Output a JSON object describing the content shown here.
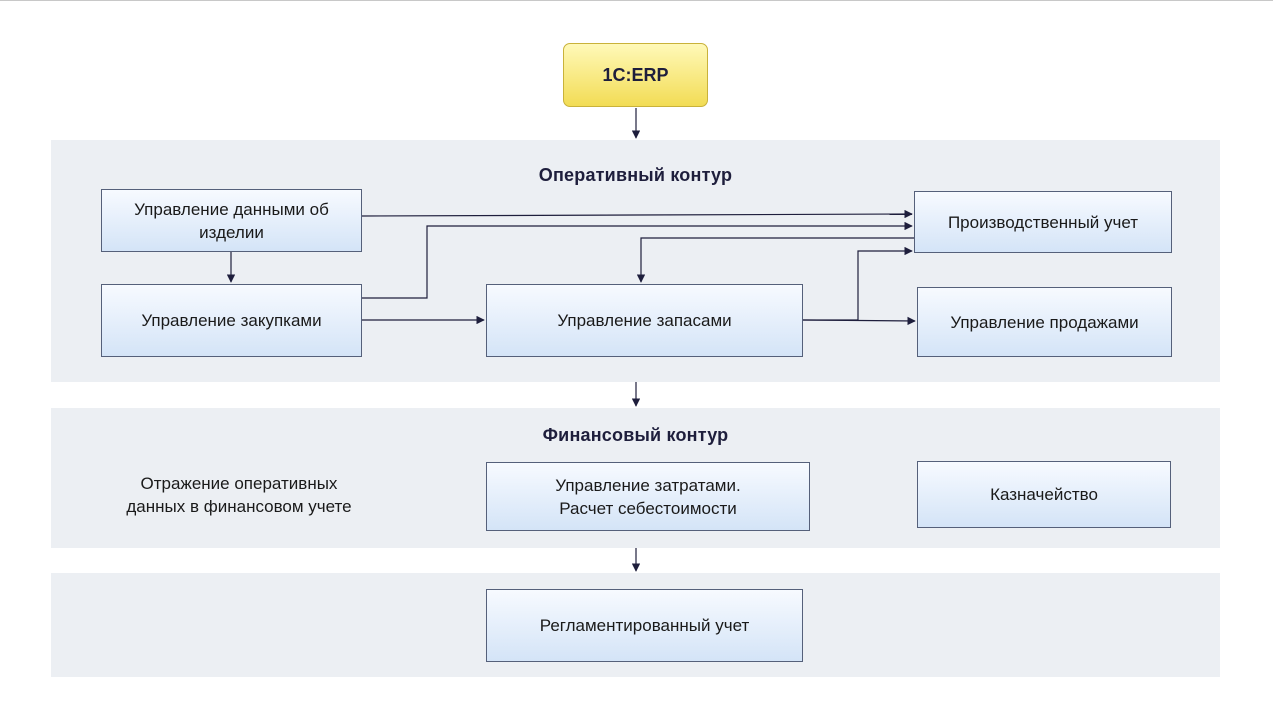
{
  "erp": {
    "label": "1C:ERP"
  },
  "operational": {
    "title": "Оперативный контур",
    "product_data": "Управление данными об\nизделии",
    "procurement": "Управление закупками",
    "inventory": "Управление запасами",
    "production_accounting": "Производственный учет",
    "sales": "Управление продажами"
  },
  "financial": {
    "title": "Финансовый контур",
    "reflection": "Отражение оперативных\nданных в финансовом учете",
    "costs": "Управление затратами.\nРасчет себестоимости",
    "treasury": "Казначейство"
  },
  "regulated": {
    "accounting": "Регламентированный учет"
  },
  "colors": {
    "band": "#eceff3",
    "box_top": "#f7faff",
    "box_bottom": "#d4e4f7",
    "box_border": "#55607a",
    "erp_top": "#fff9b8",
    "erp_bottom": "#f2dc55",
    "arrow": "#1e1e3c"
  }
}
